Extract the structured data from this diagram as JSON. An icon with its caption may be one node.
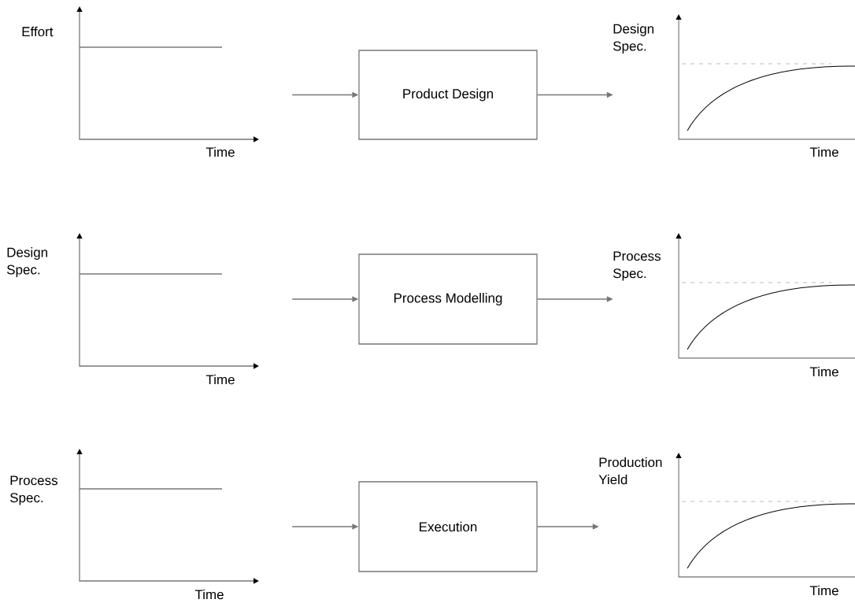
{
  "diagram": {
    "nodes": [
      {
        "text": [
          "Effort",
          "Time"
        ]
      },
      {
        "text": [
          "Product Design"
        ]
      },
      {
        "text": [
          "Design Spec.",
          "Time"
        ]
      },
      {
        "text": [
          "Design Spec.",
          "Time"
        ]
      },
      {
        "text": [
          "Process Modelling"
        ]
      },
      {
        "text": [
          "Process Spec.",
          "Time"
        ]
      },
      {
        "text": [
          "Process Spec.",
          "Time"
        ]
      },
      {
        "text": [
          "Execution"
        ]
      },
      {
        "text": [
          "Production Yield",
          "Time"
        ]
      }
    ],
    "edges": [
      {
        "from": 0,
        "to": 1,
        "arrow": "to"
      },
      {
        "from": 1,
        "to": 2,
        "arrow": "to"
      },
      {
        "from": 3,
        "to": 4,
        "arrow": "to"
      },
      {
        "from": 4,
        "to": 5,
        "arrow": "to"
      },
      {
        "from": 6,
        "to": 7,
        "arrow": "to"
      },
      {
        "from": 7,
        "to": 8,
        "arrow": "to"
      }
    ]
  }
}
